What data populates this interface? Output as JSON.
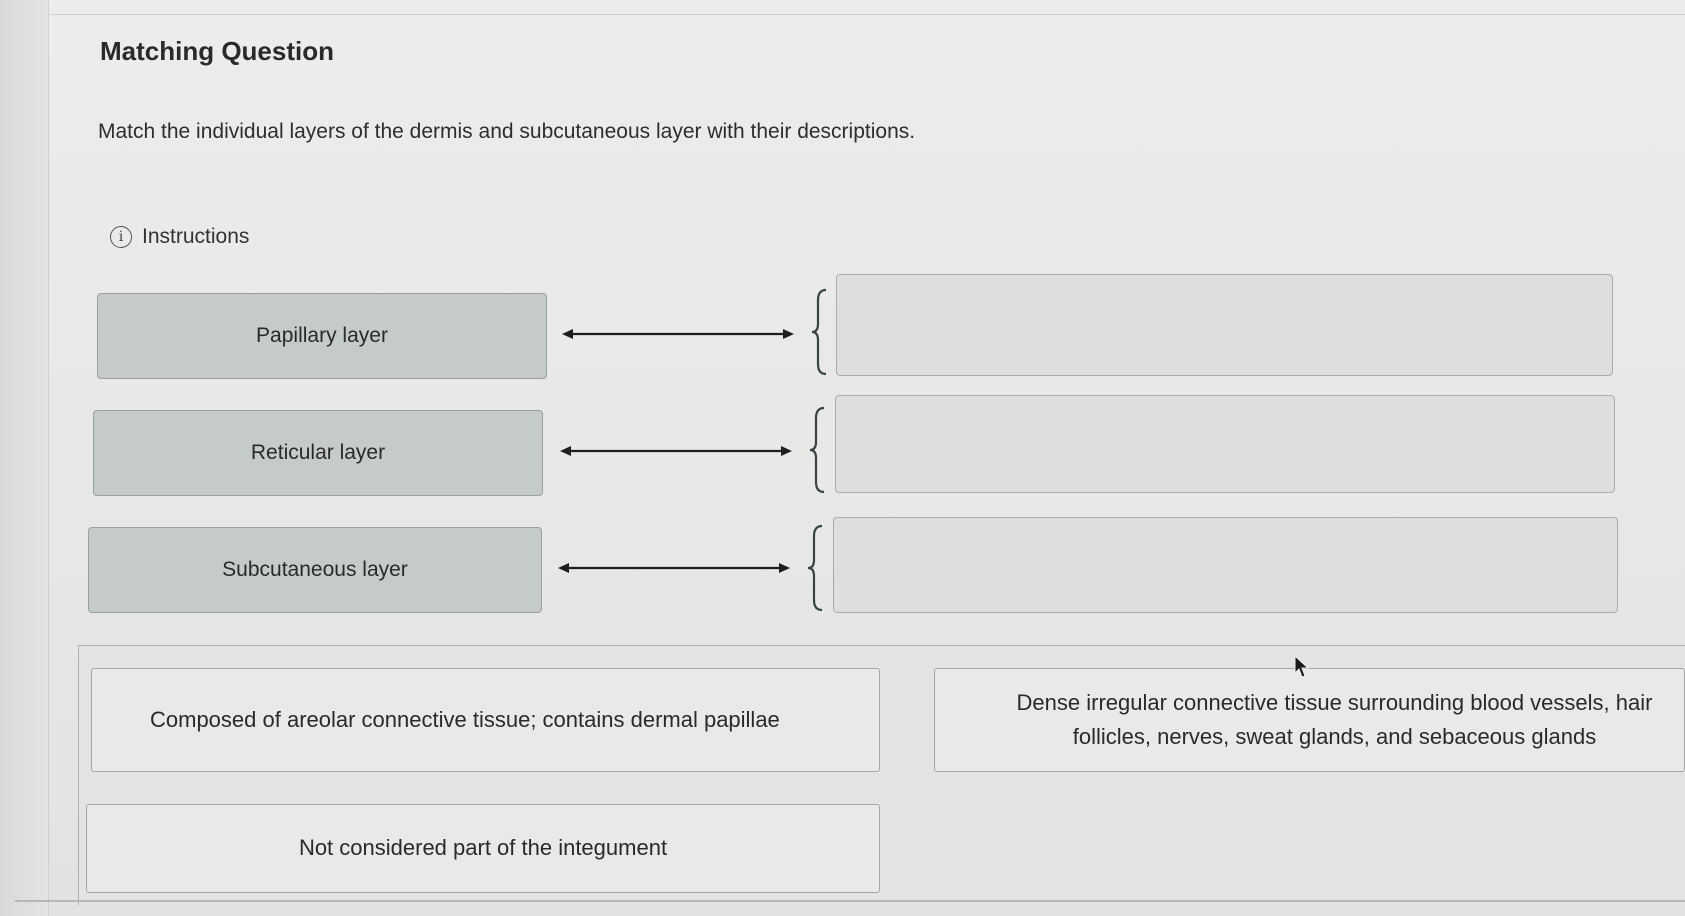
{
  "header": {
    "title": "Matching Question",
    "prompt": "Match the individual layers of the dermis and subcutaneous layer with their descriptions."
  },
  "instructions": {
    "label": "Instructions",
    "icon": "info-icon"
  },
  "terms": [
    {
      "label": "Papillary layer"
    },
    {
      "label": "Reticular layer"
    },
    {
      "label": "Subcutaneous layer"
    }
  ],
  "dropzones": [
    {
      "value": ""
    },
    {
      "value": ""
    },
    {
      "value": ""
    }
  ],
  "answer_bank": {
    "choices": [
      {
        "text": "Composed of areolar connective tissue; contains dermal papillae"
      },
      {
        "text": "Dense irregular connective tissue surrounding blood vessels, hair follicles, nerves, sweat glands, and sebaceous glands"
      },
      {
        "text": "Not considered part of the integument"
      }
    ]
  }
}
